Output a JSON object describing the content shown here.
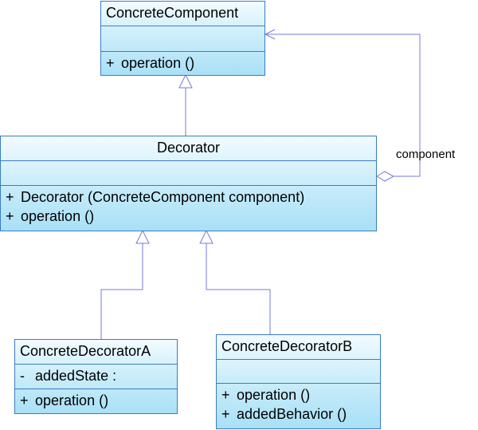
{
  "colors": {
    "line": "#7a7ad8",
    "box_border": "#3a7cc6",
    "box_fill_top": "#f2fbff",
    "box_fill_bottom": "#a9e0f7"
  },
  "classes": {
    "concrete_component": {
      "name": "ConcreteComponent",
      "attributes": [],
      "operations": [
        {
          "vis": "+",
          "text": "operation ()"
        }
      ]
    },
    "decorator": {
      "name": "Decorator",
      "attributes": [],
      "operations": [
        {
          "vis": "+",
          "text": "Decorator (ConcreteComponent component)"
        },
        {
          "vis": "+",
          "text": "operation ()"
        }
      ]
    },
    "concrete_decorator_a": {
      "name": "ConcreteDecoratorA",
      "attributes": [
        {
          "vis": "-",
          "text": "addedState :"
        }
      ],
      "operations": [
        {
          "vis": "+",
          "text": "operation ()"
        }
      ]
    },
    "concrete_decorator_b": {
      "name": "ConcreteDecoratorB",
      "attributes": [],
      "operations": [
        {
          "vis": "+",
          "text": "operation ()"
        },
        {
          "vis": "+",
          "text": "addedBehavior ()"
        }
      ]
    }
  },
  "associations": {
    "component_label": "component"
  }
}
